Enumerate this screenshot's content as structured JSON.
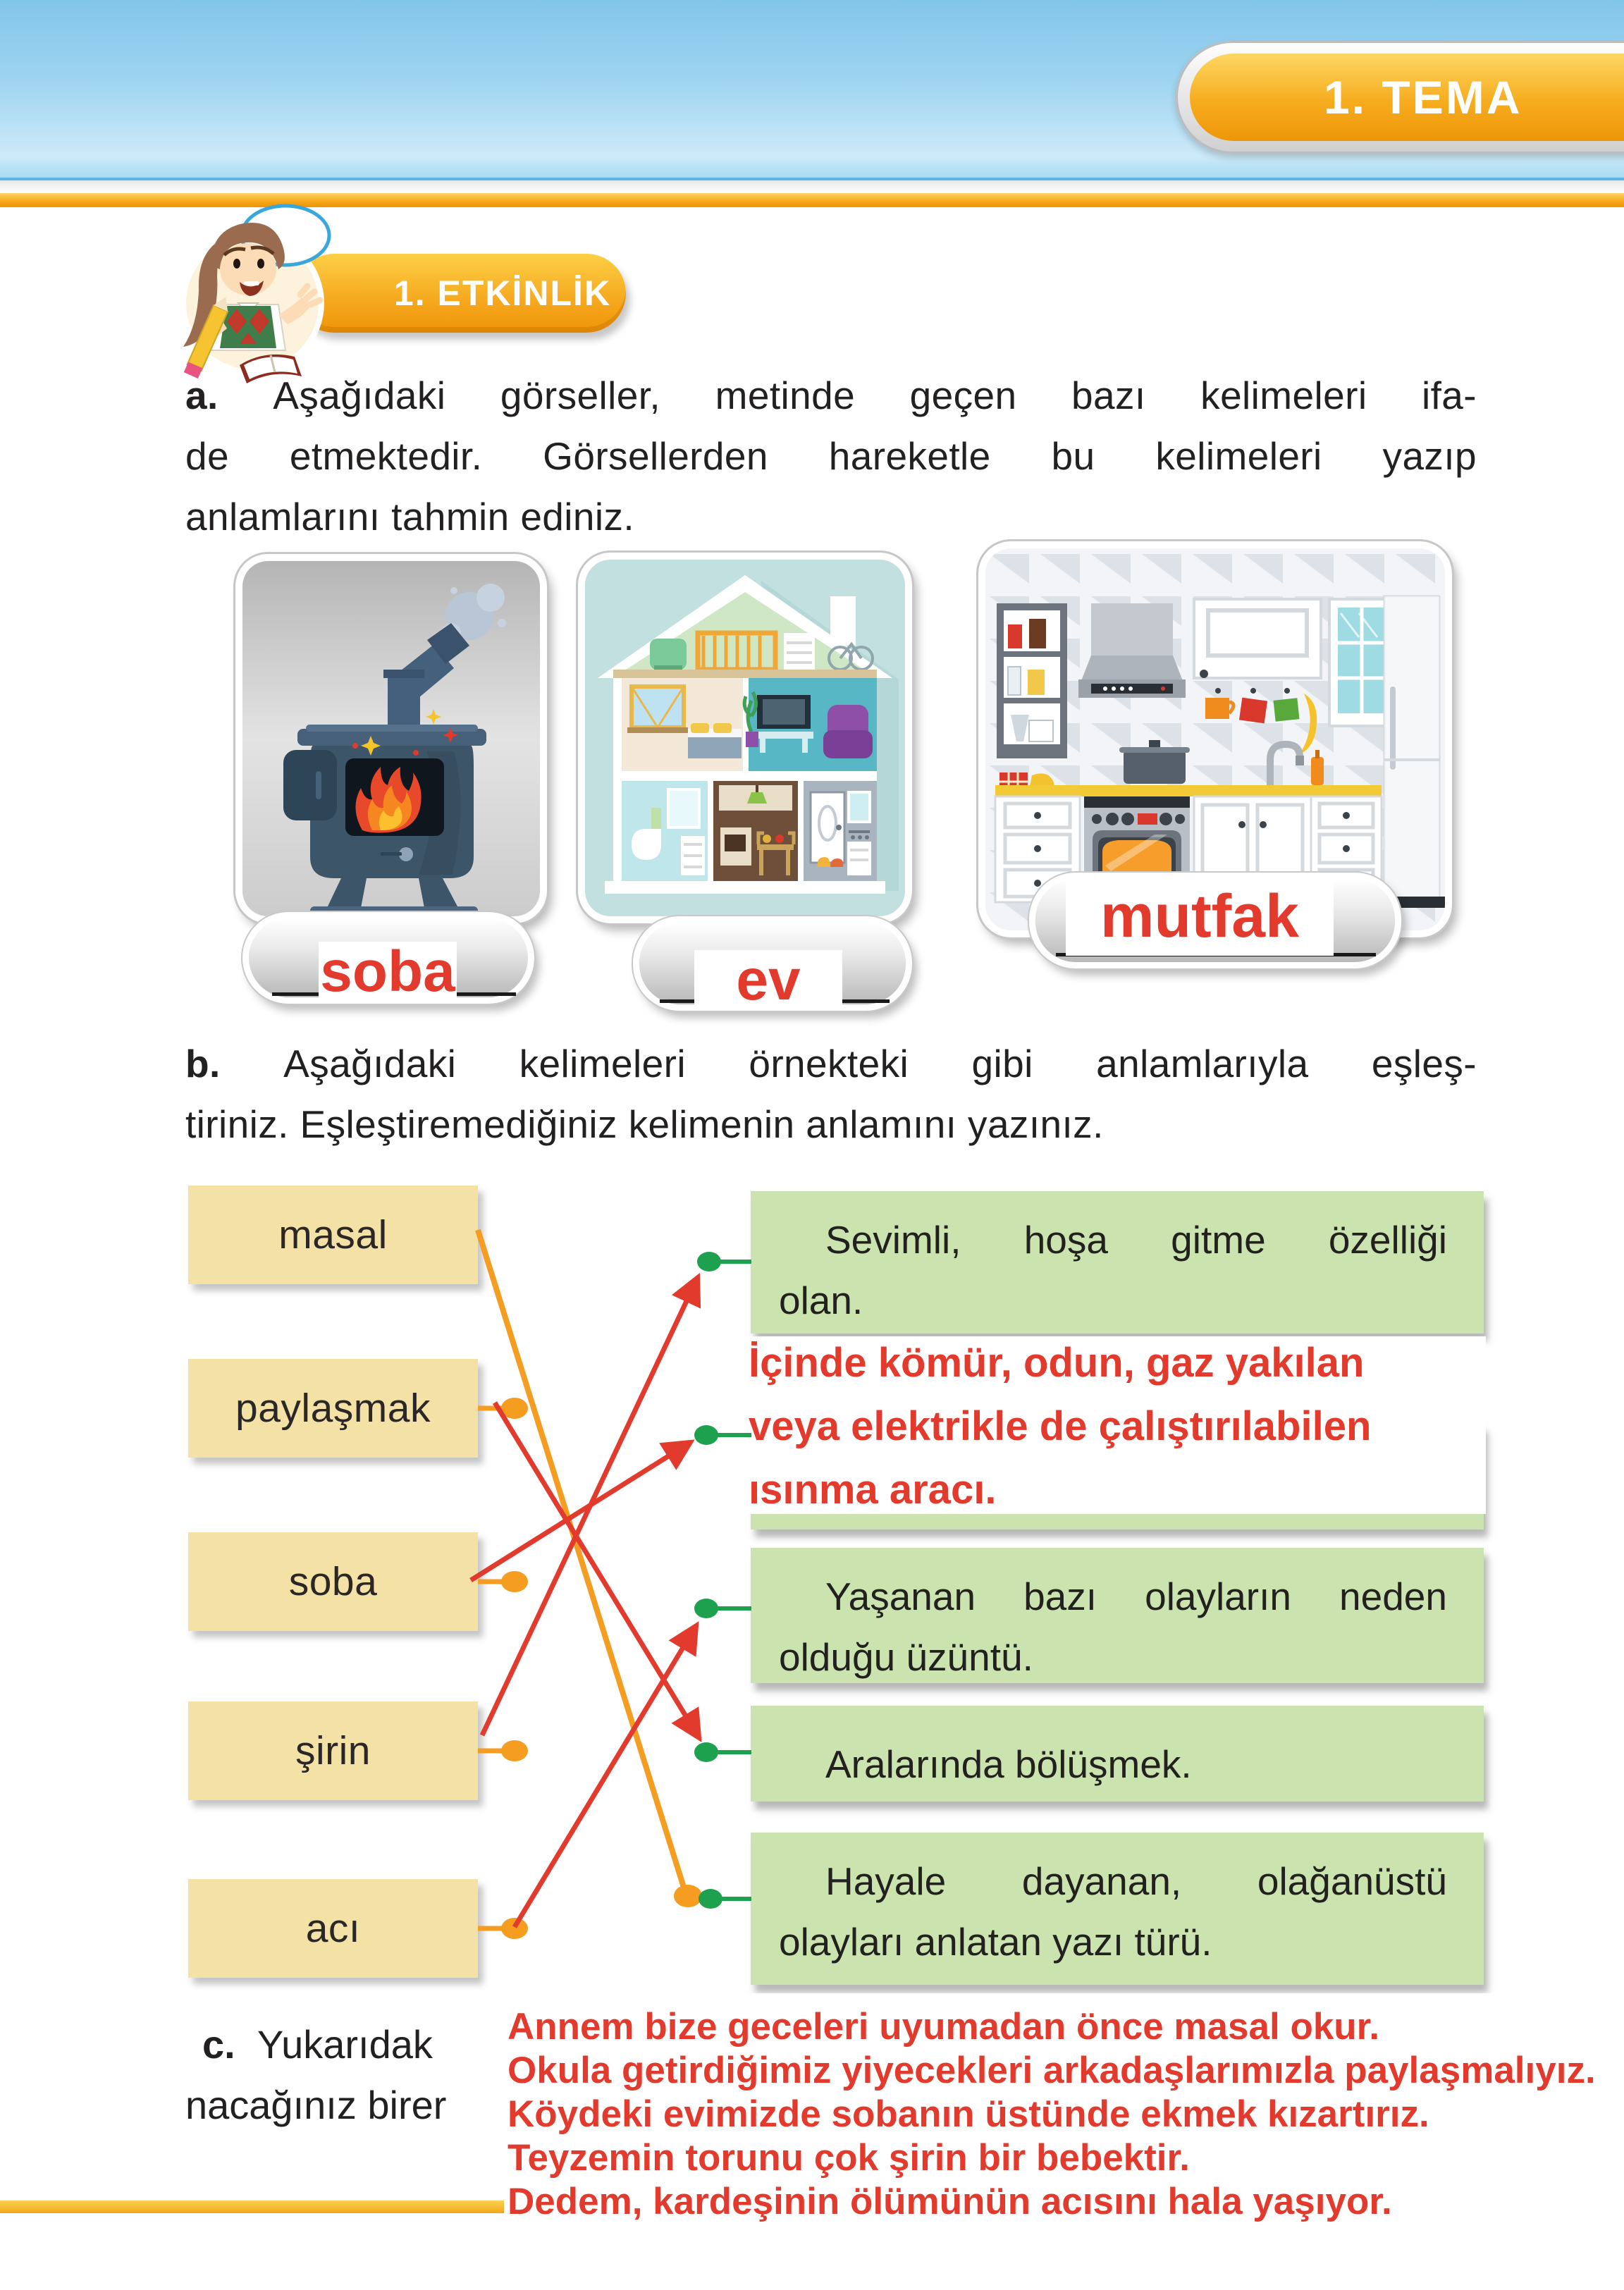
{
  "header": {
    "theme_badge": "1. TEMA",
    "activity_badge": "1. ETKİNLİK"
  },
  "icons": {
    "mascot": "girl-student-mascot",
    "speech_bubble": "speech-bubble",
    "card_illustrations": [
      "wood-stove",
      "house-cutaway",
      "kitchen"
    ]
  },
  "sections": {
    "a": {
      "label": "a.",
      "lines": [
        "Aşağıdaki görseller, metinde geçen bazı kelimeleri ifa-",
        "de etmektedir. Görsellerden hareketle bu kelimeleri yazıp",
        "anlamlarını tahmin ediniz."
      ]
    },
    "b": {
      "label": "b.",
      "lines": [
        "Aşağıdaki kelimeleri örnekteki gibi anlamlarıyla eşleş-",
        "tiriniz. Eşleştiremediğiniz kelimenin anlamını yazınız."
      ]
    },
    "c": {
      "label": "c.",
      "visible_fragments": [
        "Yukarıdak",
        "nacağınız birer"
      ]
    }
  },
  "cards": [
    {
      "illustration": "wood-stove",
      "answer": "soba"
    },
    {
      "illustration": "house-cutaway",
      "answer": "ev"
    },
    {
      "illustration": "kitchen",
      "answer": "mutfak"
    }
  ],
  "matching": {
    "words": [
      "masal",
      "paylaşmak",
      "soba",
      "şirin",
      "acı"
    ],
    "definitions": [
      {
        "lines": [
          "Sevimli, hoşa gitme özelliği",
          "olan."
        ]
      },
      {
        "lines": []
      },
      {
        "lines": [
          "Yaşanan bazı olayların neden",
          "olduğu üzüntü."
        ]
      },
      {
        "lines": [
          "Aralarında bölüşmek."
        ]
      },
      {
        "lines": [
          "Hayale dayanan, olağanüstü",
          "olayları anlatan yazı türü."
        ]
      }
    ],
    "connections": [
      {
        "from": "masal",
        "to": "definition-5",
        "color": "orange",
        "arrow": false
      },
      {
        "from": "paylaşmak",
        "to": "definition-4",
        "color": "red",
        "arrow": true
      },
      {
        "from": "soba",
        "to": "definition-2",
        "color": "red",
        "arrow": true
      },
      {
        "from": "şirin",
        "to": "definition-1",
        "color": "red",
        "arrow": true
      },
      {
        "from": "acı",
        "to": "definition-3",
        "color": "red",
        "arrow": true
      }
    ]
  },
  "handwritten": {
    "definition2_answer_lines": [
      "İçinde kömür, odun, gaz yakılan",
      "veya elektrikle de çalıştırılabilen",
      "ısınma aracı."
    ],
    "sentences": [
      "Annem bize geceleri uyumadan önce masal okur.",
      "Okula getirdiğimiz yiyecekleri arkadaşlarımızla paylaşmalıyız.",
      "Köydeki evimizde sobanın üstünde ekmek kızartırız.",
      "Teyzemin torunu çok şirin bir bebektir.",
      "Dedem, kardeşinin ölümünün acısını hala yaşıyor."
    ]
  },
  "colors": {
    "sky_blue": "#8ecbec",
    "badge_orange": "#f6ab1c",
    "word_box_yellow": "#f4e1a5",
    "definition_box_green": "#cbe4af",
    "connector_orange": "#f59d20",
    "connector_green": "#1ea14e",
    "handwriting_red": "#e23b2e",
    "body_text": "#232020"
  }
}
